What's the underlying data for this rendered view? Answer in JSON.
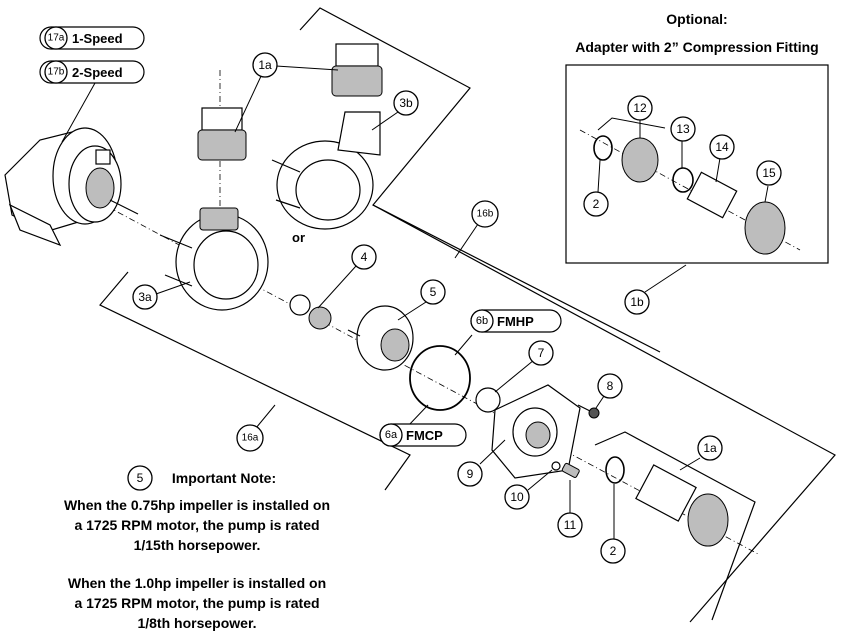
{
  "optional_heading": {
    "line1": "Optional:",
    "line2": "Adapter with 2” Compression Fitting"
  },
  "motor_labels": [
    {
      "num": "17a",
      "text": "1-Speed"
    },
    {
      "num": "17b",
      "text": "2-Speed"
    }
  ],
  "or_text": "or",
  "callouts": {
    "c1a_top": "1a",
    "c3b": "3b",
    "c3a": "3a",
    "c4": "4",
    "c5": "5",
    "c16b": "16b",
    "c16a": "16a",
    "c7": "7",
    "c8": "8",
    "c9": "9",
    "c10": "10",
    "c11": "11",
    "c2_bottom": "2",
    "c1a_bottom": "1a",
    "c12": "12",
    "c13": "13",
    "c14": "14",
    "c15": "15",
    "c2_box": "2",
    "c1b": "1b"
  },
  "seal_labels": [
    {
      "num": "6b",
      "text": "FMHP"
    },
    {
      "num": "6a",
      "text": "FMCP"
    }
  ],
  "note": {
    "num": "5",
    "title": "Important Note:",
    "para1": [
      "When the 0.75hp impeller is installed on",
      "a 1725 RPM motor, the pump is rated",
      "1/15th horsepower."
    ],
    "para2": [
      "When the 1.0hp impeller is installed on",
      "a 1725 RPM motor, the pump is rated",
      "1/8th horsepower."
    ]
  }
}
